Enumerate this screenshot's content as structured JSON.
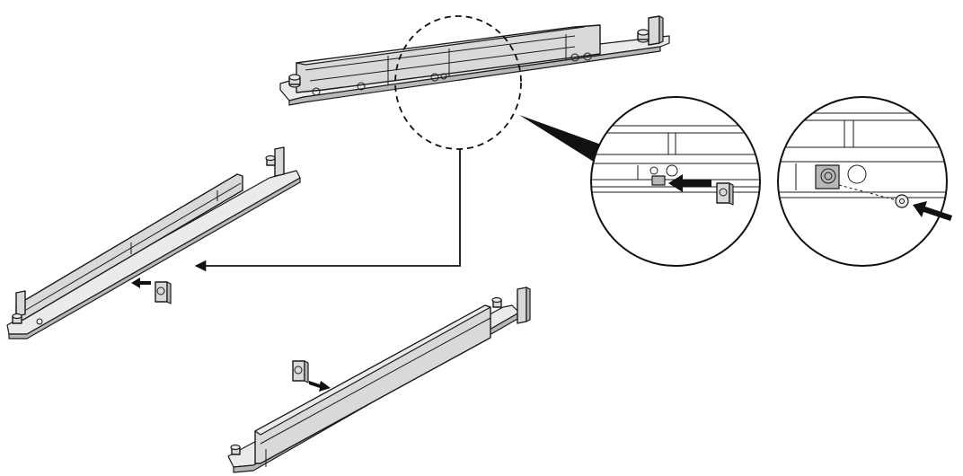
{
  "figure": {
    "description_free": true,
    "colors": {
      "outline": "#1a1a1a",
      "rail_fill": "#d9d9d9",
      "rail_shadow": "#b8b8b8",
      "rail_highlight": "#ebebeb",
      "arrow": "#111111",
      "background": "#ffffff"
    },
    "parts": [
      {
        "id": "top-rail-assembly"
      },
      {
        "id": "left-rail"
      },
      {
        "id": "bottom-rail"
      },
      {
        "id": "cage-nut-left"
      },
      {
        "id": "cage-nut-bottom"
      },
      {
        "id": "detail-view-1"
      },
      {
        "id": "detail-view-2"
      }
    ],
    "icons": {
      "insert-arrow": "arrow-icon",
      "cage-nut": "cage-nut-icon"
    }
  }
}
